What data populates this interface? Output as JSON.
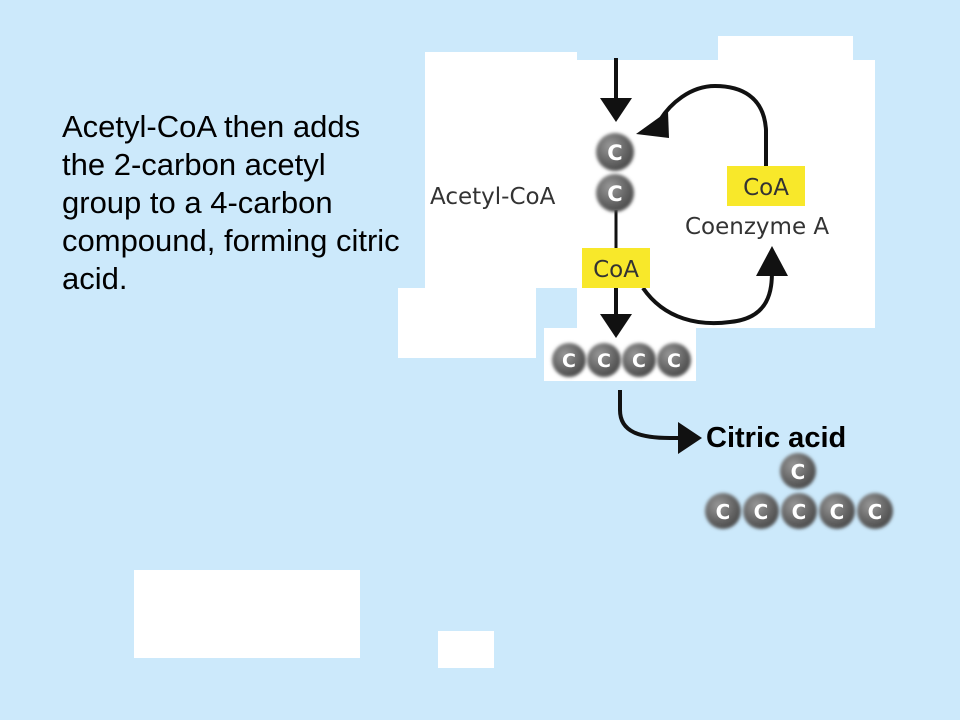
{
  "slide": {
    "caption": "Acetyl-CoA then adds the 2-carbon acetyl group to a 4-carbon compound, forming citric acid."
  },
  "diagram": {
    "acetyl_coa_label": "Acetyl-CoA",
    "coa_tag_label": "CoA",
    "coenzyme_a_label": "Coenzyme A",
    "carbon_symbol": "C",
    "citric_acid_label": "Citric acid"
  },
  "colors": {
    "background": "#cce9fb",
    "coa_tag": "#f8e82a",
    "carbon_ball": "#6b6b6b",
    "arrow": "#111111"
  }
}
